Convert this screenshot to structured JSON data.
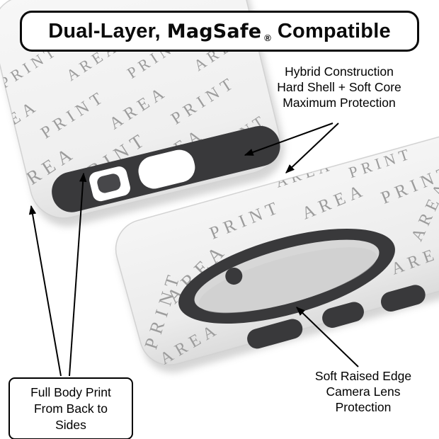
{
  "title": {
    "part1": "Dual-Layer,",
    "part2": "MagSafe",
    "registered_mark": "®",
    "part3": "Compatible"
  },
  "callouts": {
    "hybrid": {
      "lines": [
        "Hybrid Construction",
        "Hard Shell + Soft Core",
        "Maximum Protection"
      ]
    },
    "full_body": {
      "lines": [
        "Full Body Print",
        "From Back to",
        "Sides"
      ]
    },
    "camera": {
      "lines": [
        "Soft Raised Edge",
        "Camera Lens",
        "Protection"
      ]
    }
  },
  "pattern": {
    "print": "PRINT",
    "area": "AREA"
  },
  "colors": {
    "background": "#ffffff",
    "case_light": "#efefef",
    "liner_dark": "#39393b",
    "pattern_gray": "#9c9c9c",
    "outline_black": "#000000"
  }
}
